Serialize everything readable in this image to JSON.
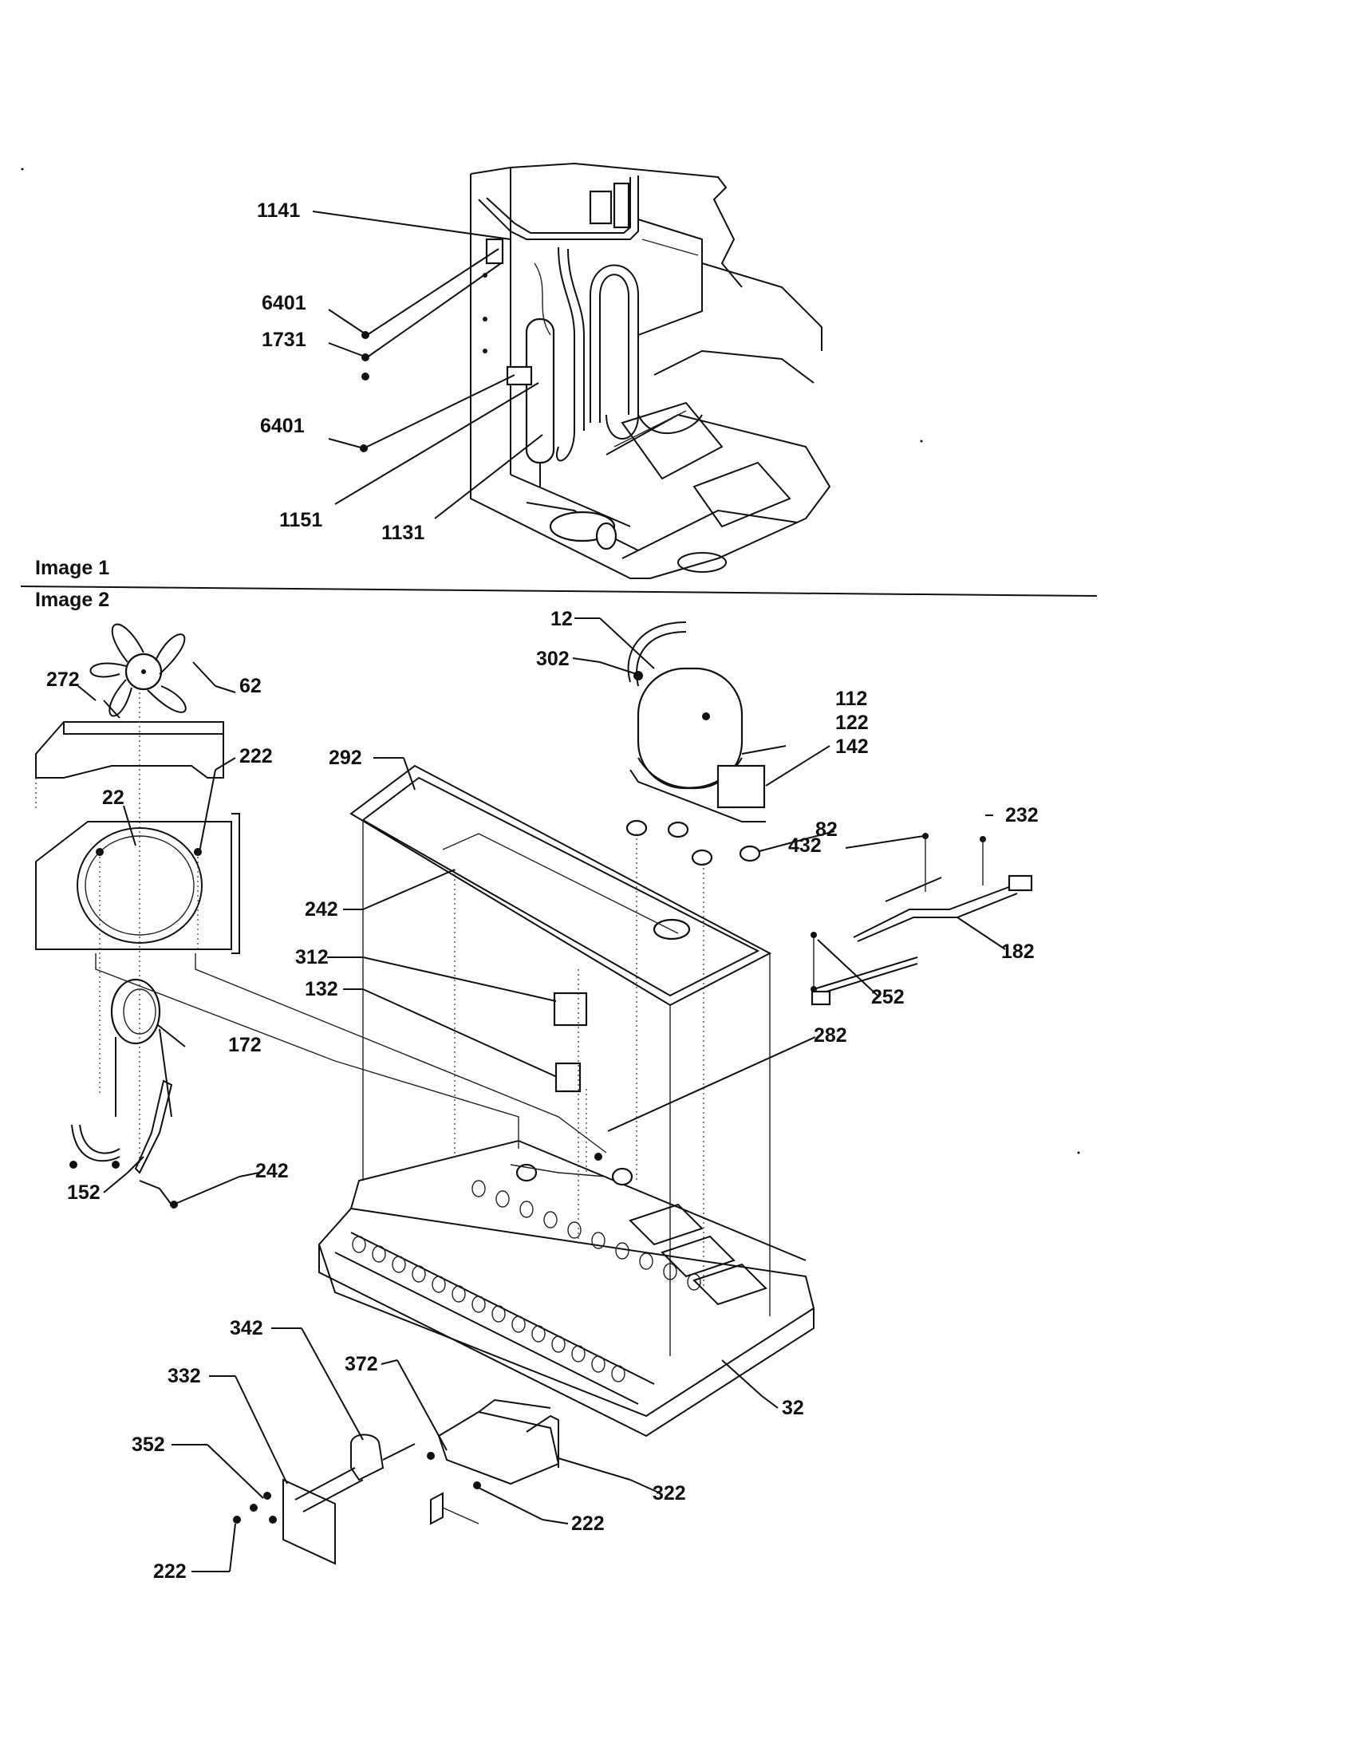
{
  "sections": [
    {
      "id": "image1",
      "label": "Image 1"
    },
    {
      "id": "image2",
      "label": "Image 2"
    }
  ],
  "image1_callouts": [
    "1141",
    "6401",
    "1731",
    "6401",
    "1151",
    "1131"
  ],
  "image2_callouts": [
    "12",
    "302",
    "112",
    "122",
    "142",
    "292",
    "432",
    "232",
    "82",
    "242",
    "312",
    "182",
    "132",
    "252",
    "282",
    "272",
    "62",
    "222",
    "22",
    "172",
    "152",
    "242",
    "342",
    "372",
    "332",
    "352",
    "32",
    "322",
    "222",
    "222"
  ]
}
